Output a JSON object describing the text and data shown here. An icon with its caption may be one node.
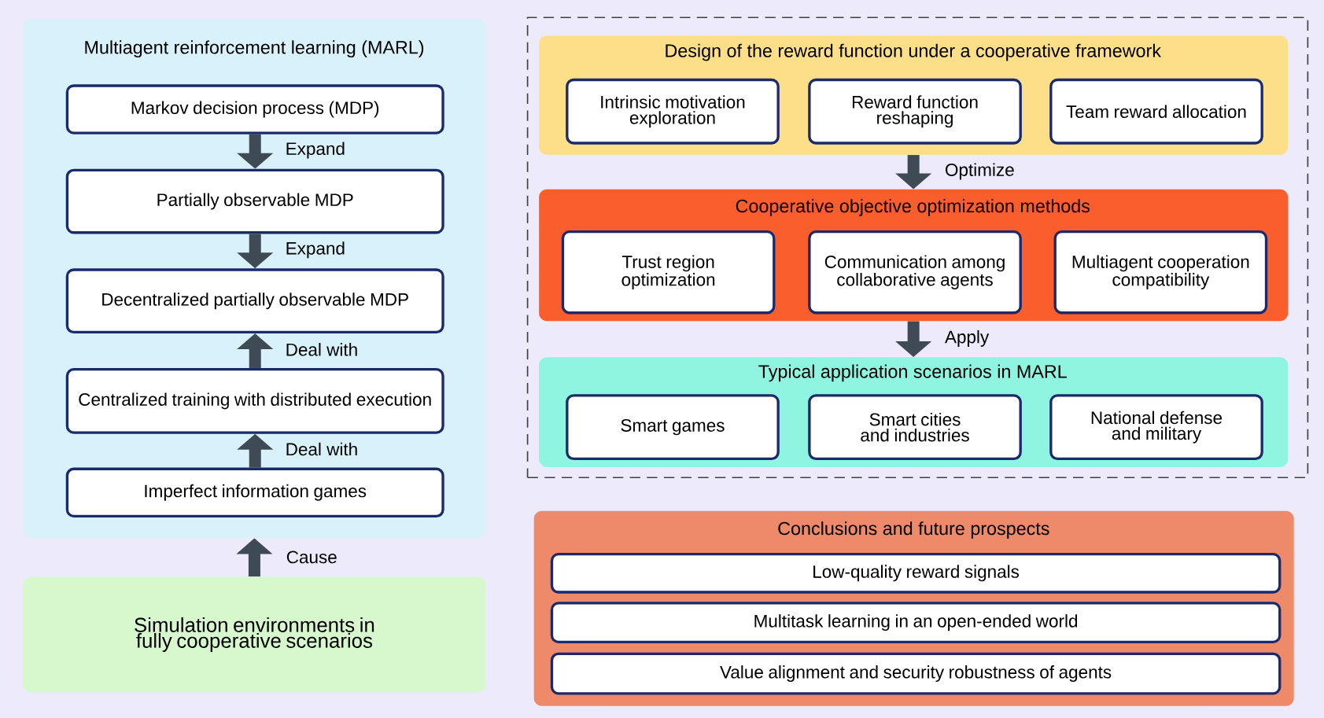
{
  "diagram": {
    "nodes": [
      {
        "text": [
          "Multiagent reinforcement learning (MARL)"
        ]
      },
      {
        "text": [
          "Markov decision process (MDP)"
        ],
        "in": 0
      },
      {
        "text": [
          "Partially observable MDP"
        ],
        "in": 0
      },
      {
        "text": [
          "Decentralized partially observable MDP"
        ],
        "in": 0
      },
      {
        "text": [
          "Centralized training with distributed execution"
        ],
        "in": 0
      },
      {
        "text": [
          "Imperfect information games"
        ],
        "in": 0
      },
      {
        "text": [
          "Simulation environments in fully cooperative scenarios"
        ]
      },
      {
        "text": [],
        "shape": "box"
      },
      {
        "text": [
          "Design of the reward function under a cooperative framework"
        ],
        "in": 7
      },
      {
        "text": [
          "Intrinsic motivation exploration"
        ],
        "in": 8
      },
      {
        "text": [
          "Reward function reshaping"
        ],
        "in": 8
      },
      {
        "text": [
          "Team reward allocation"
        ],
        "in": 8
      },
      {
        "text": [
          "Cooperative objective optimization methods"
        ],
        "in": 7
      },
      {
        "text": [
          "Trust region optimization"
        ],
        "in": 12
      },
      {
        "text": [
          "Communication among collaborative agents"
        ],
        "in": 12
      },
      {
        "text": [
          "Multiagent cooperation compatibility"
        ],
        "in": 12
      },
      {
        "text": [
          "Typical application scenarios in MARL"
        ],
        "in": 7
      },
      {
        "text": [
          "Smart games"
        ],
        "in": 16
      },
      {
        "text": [
          "Smart cities and industries"
        ],
        "in": 16
      },
      {
        "text": [
          "National defense and military"
        ],
        "in": 16
      },
      {
        "text": [
          "Conclusions and future prospects"
        ]
      },
      {
        "text": [
          "Low-quality reward signals"
        ],
        "in": 20
      },
      {
        "text": [
          "Multitask learning in an open-ended world"
        ],
        "in": 20
      },
      {
        "text": [
          "Value alignment and security robustness of agents"
        ],
        "in": 20
      }
    ],
    "edges": [
      {
        "from": 1,
        "to": 2,
        "arrow": "to",
        "label": "Expand"
      },
      {
        "from": 2,
        "to": 3,
        "arrow": "to",
        "label": "Expand"
      },
      {
        "from": 4,
        "to": 3,
        "arrow": "to",
        "label": "Deal with"
      },
      {
        "from": 5,
        "to": 4,
        "arrow": "to",
        "label": "Deal with"
      },
      {
        "from": 6,
        "to": 0,
        "arrow": "to",
        "label": "Cause"
      },
      {
        "from": 8,
        "to": 12,
        "arrow": "to",
        "label": "Optimize"
      },
      {
        "from": 12,
        "to": 16,
        "arrow": "to",
        "label": "Apply"
      }
    ]
  }
}
